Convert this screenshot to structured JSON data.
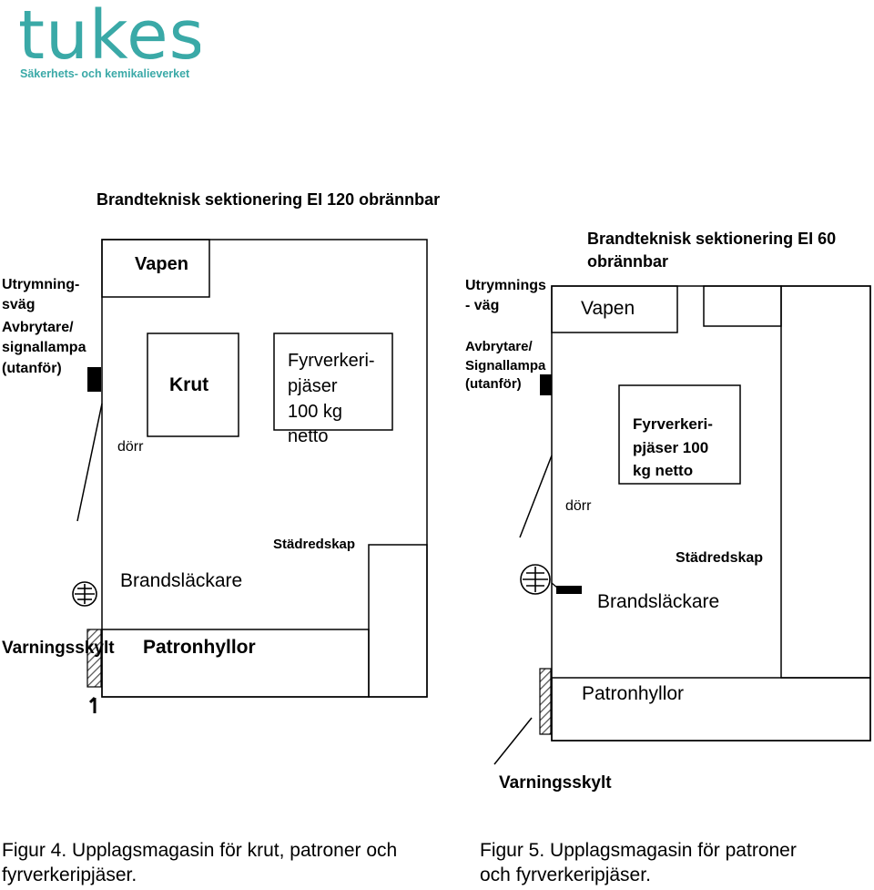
{
  "logo": {
    "wordmark": "tukes",
    "tagline": "Säkerhets- och kemikalieverket",
    "color": "#3aa9a7"
  },
  "figure4": {
    "title": "Brandteknisk sektionering EI 120 obrännbar",
    "exit_route": [
      "Utrymning-",
      "sväg"
    ],
    "breaker": [
      "Avbrytare/",
      "signallampa",
      "(utanför)"
    ],
    "vapen": "Vapen",
    "krut": "Krut",
    "fireworks": [
      "Fyrverkeri-",
      "pjäser",
      "100 kg",
      "netto"
    ],
    "door": "dörr",
    "cleaning_closet": "Städredskap",
    "extinguisher": "Brandsläckare",
    "warning_sign": "Varningsskylt",
    "cartridge_shelves": "Patronhyllor",
    "caption": [
      "Figur 4. Upplagsmagasin för krut, patroner och",
      "fyrverkeripjäser."
    ]
  },
  "figure5": {
    "title": [
      "Brandteknisk sektionering EI 60",
      "obrännbar"
    ],
    "exit_route": [
      "Utrymnings",
      "- väg"
    ],
    "breaker": [
      "Avbrytare/",
      "Signallampa",
      "(utanför)"
    ],
    "vapen": "Vapen",
    "fireworks": [
      "Fyrverkeri-",
      "pjäser 100",
      "kg netto"
    ],
    "door": "dörr",
    "cleaning_closet": "Städredskap",
    "extinguisher": "Brandsläckare",
    "cartridge_shelves": "Patronhyllor",
    "warning_sign": "Varningsskylt",
    "caption": [
      "Figur 5. Upplagsmagasin för patroner",
      "och fyrverkeripjäser."
    ]
  }
}
